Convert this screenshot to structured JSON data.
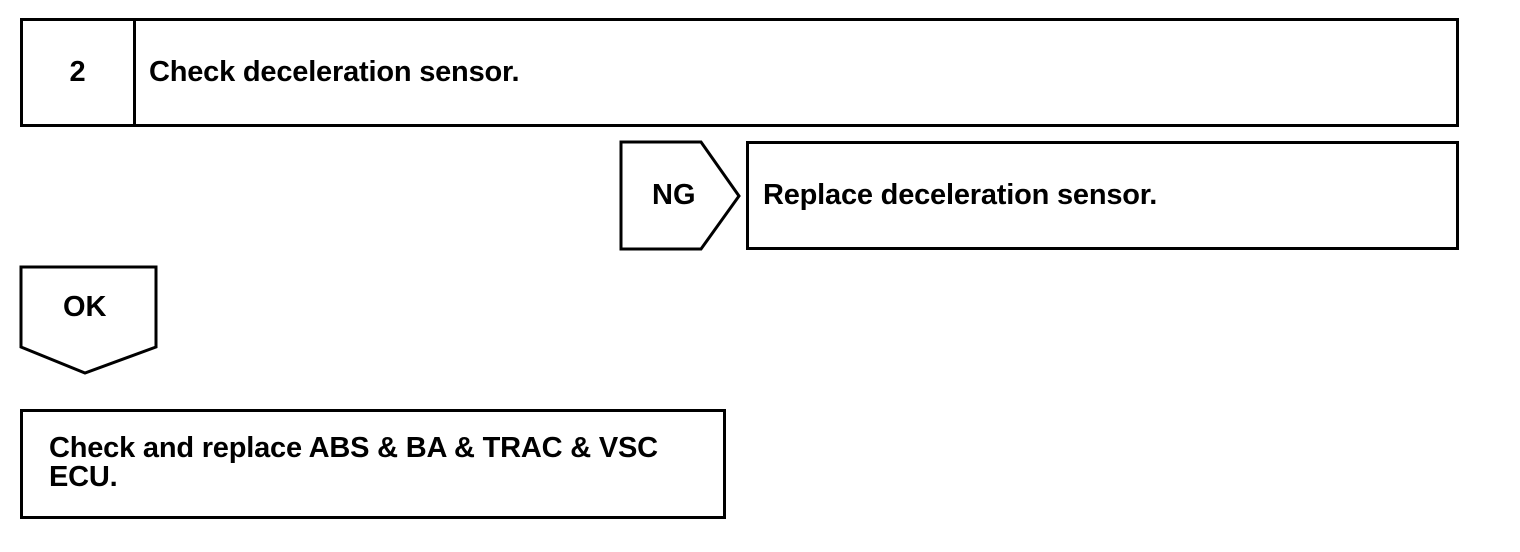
{
  "step": {
    "number": "2",
    "title": "Check deceleration sensor."
  },
  "ng_branch": {
    "label": "NG",
    "action": "Replace deceleration sensor."
  },
  "ok_branch": {
    "label": "OK",
    "action": "Check and replace ABS & BA & TRAC & VSC ECU."
  }
}
